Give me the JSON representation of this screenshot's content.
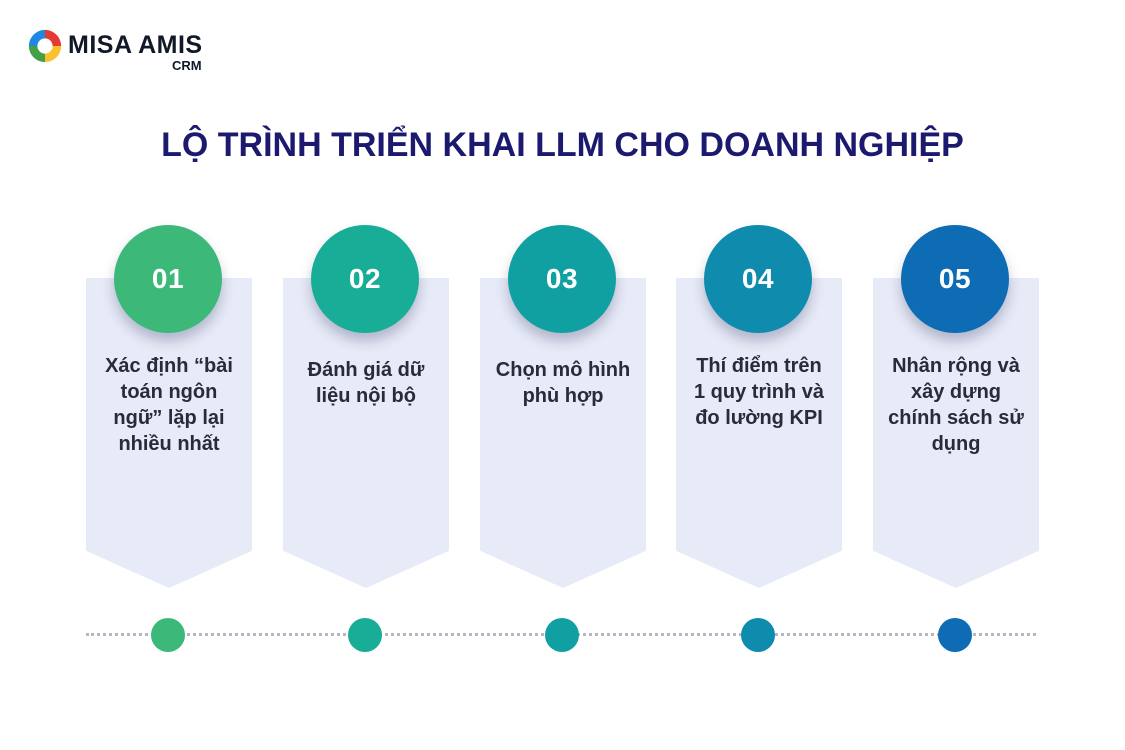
{
  "brand": {
    "name": "MISA AMIS",
    "sub": "CRM"
  },
  "title": "LỘ TRÌNH TRIỂN KHAI LLM CHO DOANH NGHIỆP",
  "steps": [
    {
      "number": "01",
      "text": "Xác định “bài toán ngôn ngữ” lặp lại nhiều nhất",
      "color": "#3cb878"
    },
    {
      "number": "02",
      "text": "Đánh giá dữ liệu nội bộ",
      "color": "#17ad96"
    },
    {
      "number": "03",
      "text": "Chọn mô hình phù hợp",
      "color": "#11a0a2"
    },
    {
      "number": "04",
      "text": "Thí điểm trên 1 quy trình và đo lường KPI",
      "color": "#0e8bad"
    },
    {
      "number": "05",
      "text": "Nhân rộng và xây dựng chính sách sử dụng",
      "color": "#0d6cb4"
    }
  ],
  "colors": {
    "title": "#1c1a6e",
    "card": "#e7eaf7",
    "timeline": "#b5b8c4"
  }
}
